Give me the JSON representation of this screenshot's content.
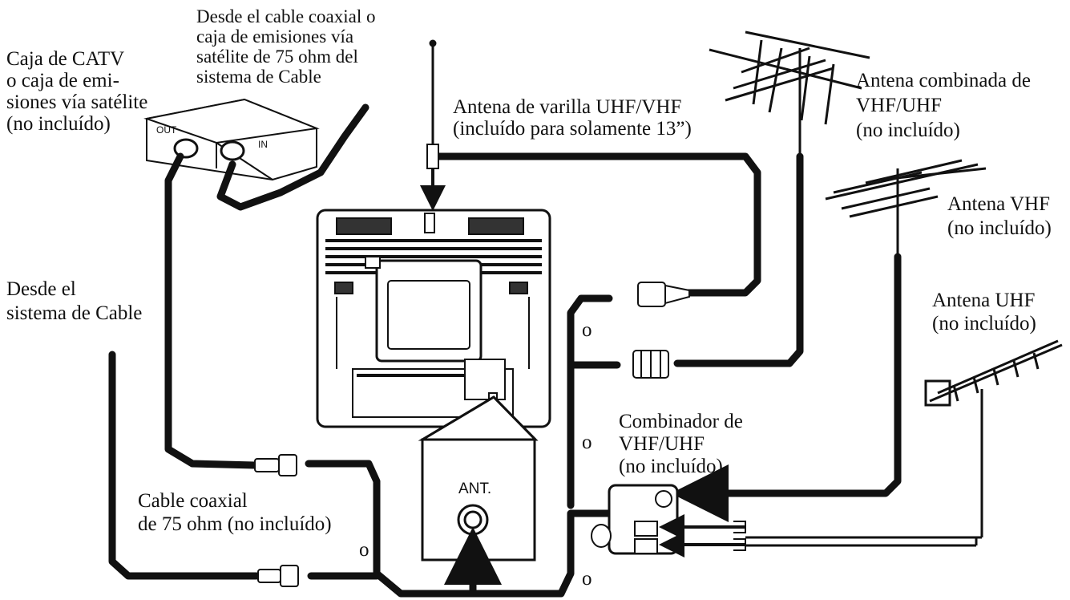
{
  "labels": {
    "catv_box": [
      "Caja de CATV",
      "o caja de emi-",
      "siones vía satélite",
      "(no incluído)"
    ],
    "coax_from": [
      "Desde el cable coaxial o",
      "caja de emisiones vía",
      "satélite de 75 ohm del",
      "sistema de Cable"
    ],
    "rod_antenna": [
      "Antena de varilla UHF/VHF",
      "(incluído para solamente 13”)"
    ],
    "combo_antenna": [
      "Antena combinada de",
      "VHF/UHF",
      "(no incluído)"
    ],
    "vhf_antenna": [
      "Antena VHF",
      "(no incluído)"
    ],
    "uhf_antenna": [
      "Antena UHF",
      "(no incluído)"
    ],
    "from_cable": [
      "Desde el",
      "sistema de Cable"
    ],
    "coax_cable": [
      "Cable coaxial",
      "de 75 ohm (no incluído)"
    ],
    "combiner": [
      "Combinador de",
      "VHF/UHF",
      "(no incluído)"
    ],
    "or": "o"
  },
  "box_ports": {
    "out": "OUT",
    "in": "IN"
  },
  "ant_jack": "ANT."
}
